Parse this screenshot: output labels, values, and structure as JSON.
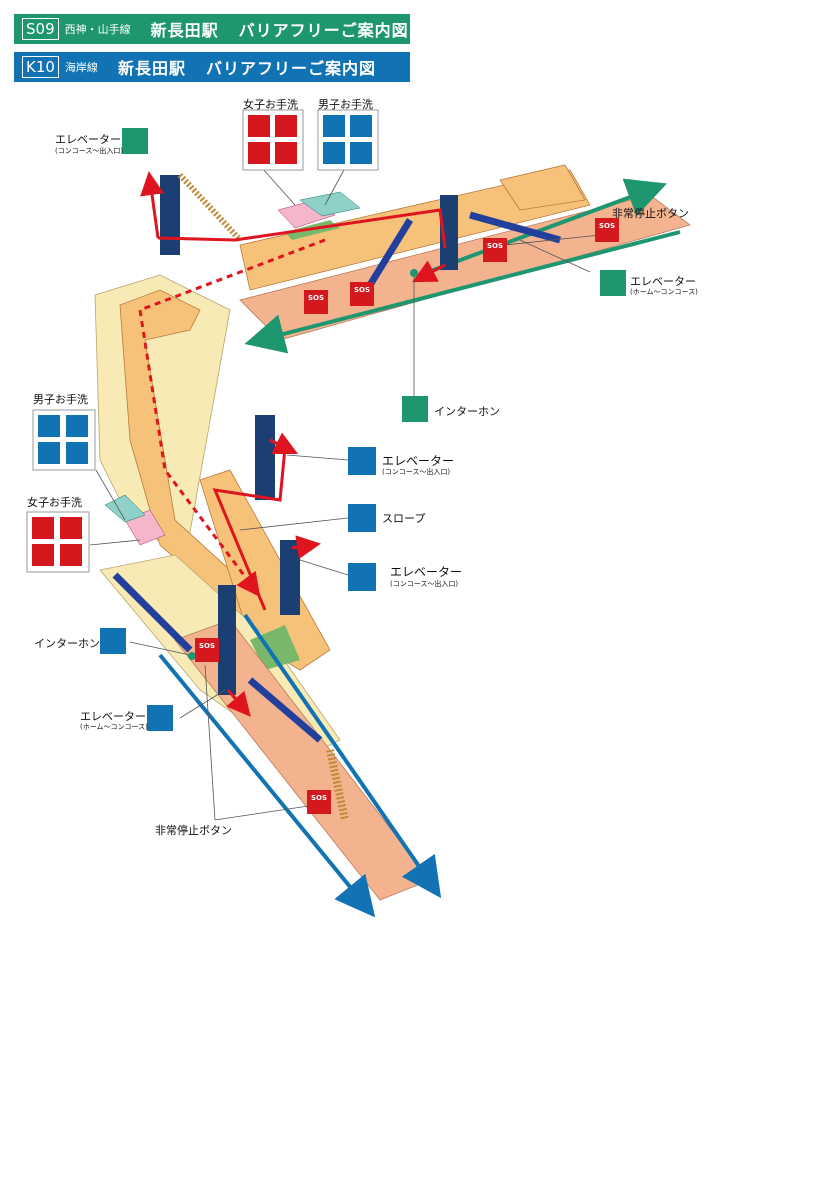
{
  "header_lines": [
    {
      "code": "S09",
      "line": "西神・山手線",
      "station": "新長田駅",
      "guide": "バリアフリーご案内図",
      "color": "#1e9670"
    },
    {
      "code": "K10",
      "line": "海岸線",
      "station": "新長田駅",
      "guide": "バリアフリーご案内図",
      "color": "#1173b3"
    }
  ],
  "labels": {
    "women_toilet_top": "女子お手洗",
    "men_toilet_top": "男子お手洗",
    "elevator_top_left": "エレベーター",
    "elevator_top_left_sub": "(コンコース〜出入口)",
    "emergency_top_right": "非常停止ボタン",
    "elevator_top_right": "エレベーター",
    "elevator_top_right_sub": "(ホーム〜コンコース)",
    "intercom_mid": "インターホン",
    "men_toilet_left": "男子お手洗",
    "elevator_mid1": "エレベーター",
    "elevator_mid1_sub": "(コンコース〜出入口)",
    "women_toilet_left": "女子お手洗",
    "slope": "スロープ",
    "elevator_mid2": "エレベーター",
    "elevator_mid2_sub": "(コンコース〜出入口)",
    "intercom_low": "インターホン",
    "elevator_low": "エレベーター",
    "elevator_low_sub": "(ホーム〜コンコース)",
    "emergency_low": "非常停止ボタン",
    "sos": "SOS"
  },
  "colors": {
    "green": "#1e9670",
    "blue": "#1173b3",
    "red": "#d5171e",
    "route": "#e0141e",
    "concourse": "#f6c27a",
    "platform": "#f4b38f",
    "paleyellow": "#f7eab4",
    "pink": "#f4b6c8",
    "teal": "#8fd0c9",
    "darkblue": "#1b3f73"
  }
}
